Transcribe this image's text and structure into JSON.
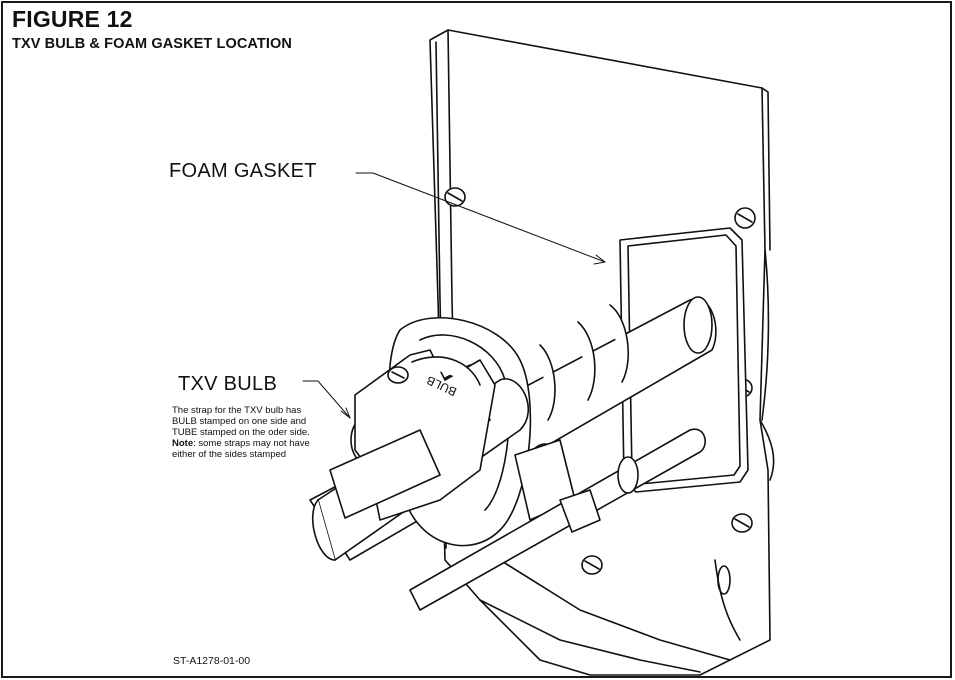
{
  "figure": {
    "title": "FIGURE 12",
    "subtitle": "TXV BULB & FOAM GASKET LOCATION"
  },
  "callouts": {
    "foam_gasket": "FOAM GASKET",
    "txv_bulb": "TXV BULB"
  },
  "note": {
    "text": "The strap for the TXV bulb has BULB stamped on one side and TUBE stamped on the oder side.",
    "label": "Note",
    "detail": ": some straps may not have either of the sides stamped"
  },
  "strap_stamp": "BULB",
  "drawing_id": "ST-A1278-01-00"
}
